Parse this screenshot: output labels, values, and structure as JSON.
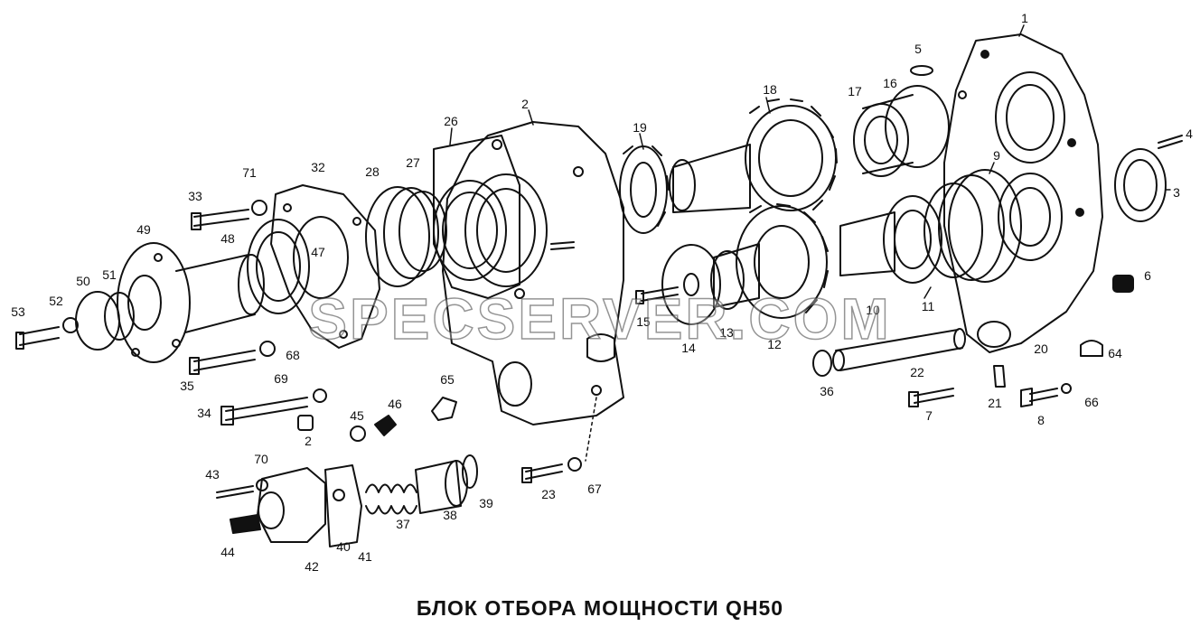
{
  "title": "БЛОК ОТБОРА МОЩНОСТИ QH50",
  "watermark": "SPECSERVER.COM",
  "colors": {
    "ink": "#111111",
    "background": "#ffffff"
  },
  "part_labels": {
    "p1": "1",
    "p2": "2",
    "p2b": "2",
    "p3": "3",
    "p4": "4",
    "p5": "5",
    "p6": "6",
    "p7": "7",
    "p8": "8",
    "p9": "9",
    "p10": "10",
    "p11": "11",
    "p12": "12",
    "p13": "13",
    "p14": "14",
    "p15": "15",
    "p16": "16",
    "p17": "17",
    "p18": "18",
    "p19": "19",
    "p20": "20",
    "p21": "21",
    "p22": "22",
    "p23": "23",
    "p26": "26",
    "p27": "27",
    "p28": "28",
    "p32": "32",
    "p33": "33",
    "p34": "34",
    "p35": "35",
    "p36": "36",
    "p37": "37",
    "p38": "38",
    "p39": "39",
    "p40": "40",
    "p41": "41",
    "p42": "42",
    "p43": "43",
    "p44": "44",
    "p45": "45",
    "p46": "46",
    "p47": "47",
    "p48": "48",
    "p49": "49",
    "p50": "50",
    "p51": "51",
    "p52": "52",
    "p53": "53",
    "p64": "64",
    "p65": "65",
    "p66": "66",
    "p67": "67",
    "p68": "68",
    "p69": "69",
    "p70": "70",
    "p71": "71"
  }
}
